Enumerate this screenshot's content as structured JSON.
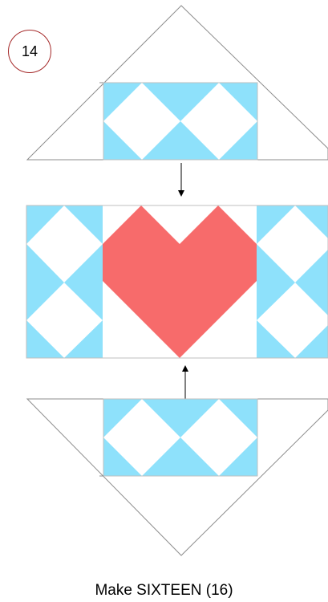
{
  "step": {
    "number": "14"
  },
  "caption": "Make SIXTEEN (16)",
  "colors": {
    "light_blue": "#8ee1fb",
    "heart_red": "#f76b6b",
    "outline": "#8c8c8c",
    "badge_border": "#a52a2a"
  },
  "pieces": {
    "top_strip": {
      "diamonds": 2
    },
    "center_block": {
      "motif": "heart",
      "side_columns_diamonds": 2
    },
    "bottom_strip": {
      "diamonds": 2
    }
  },
  "arrows": [
    {
      "name": "top-strip-to-center-arrow",
      "direction": "down"
    },
    {
      "name": "bottom-strip-to-center-arrow",
      "direction": "up"
    }
  ]
}
